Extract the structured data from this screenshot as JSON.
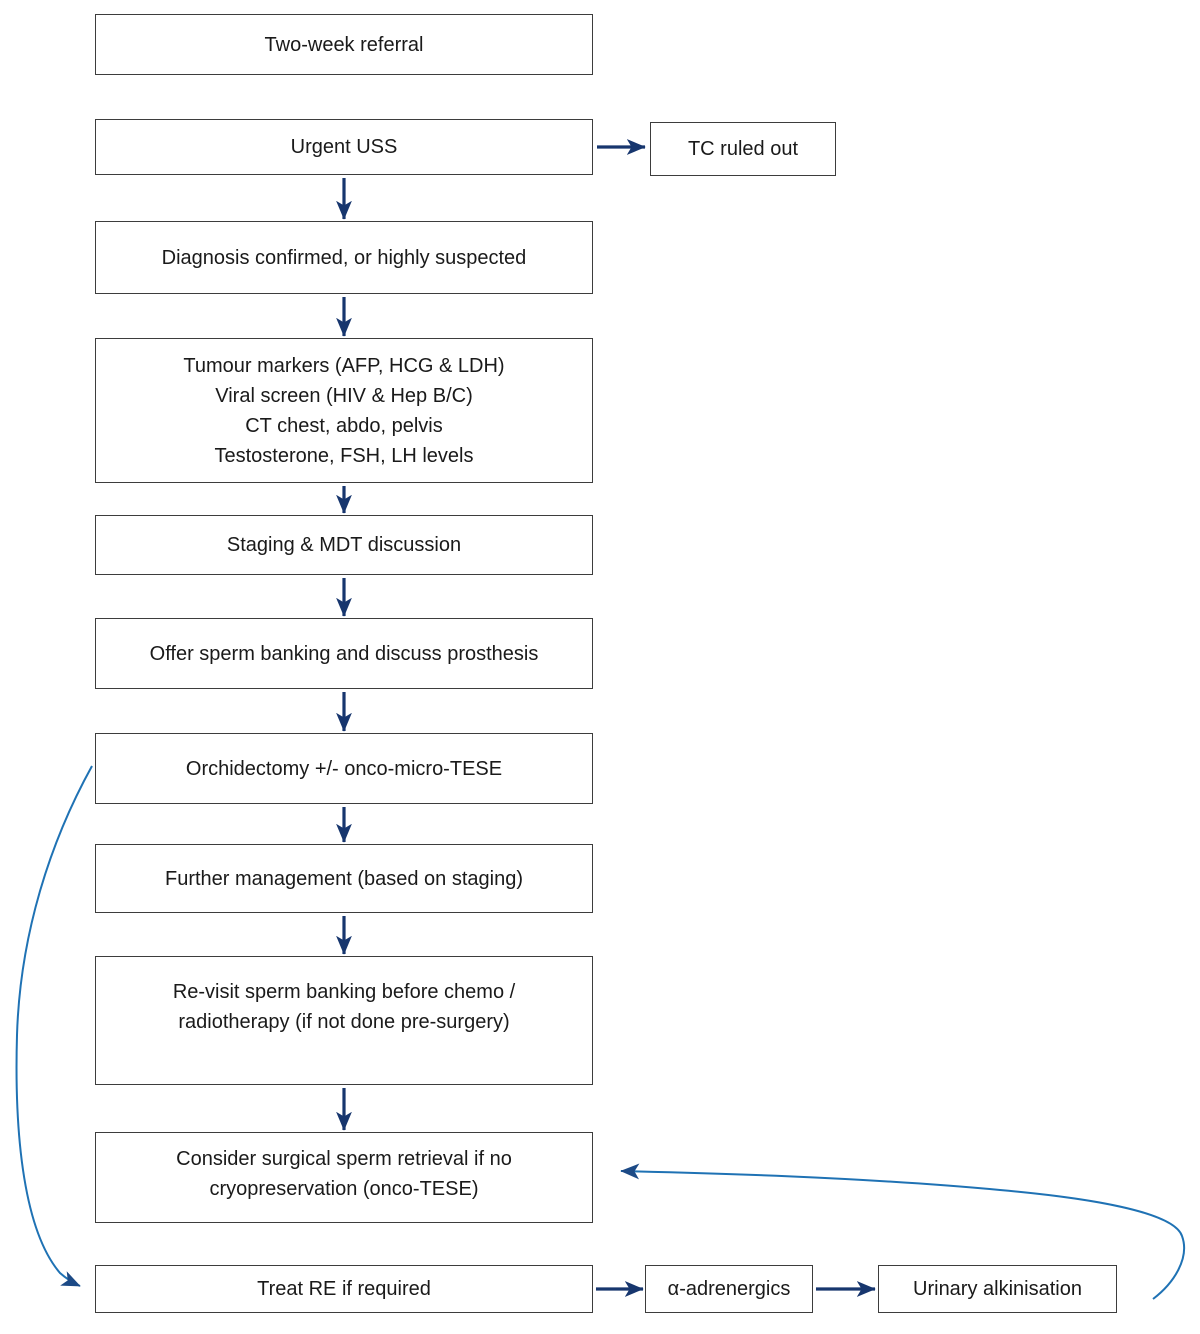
{
  "diagram": {
    "boxes": {
      "two_week_referral": {
        "label": "Two-week referral"
      },
      "urgent_uss": {
        "label": "Urgent USS"
      },
      "tc_ruled_out": {
        "label": "TC ruled out"
      },
      "diagnosis": {
        "label": "Diagnosis confirmed, or highly suspected"
      },
      "workup": {
        "lines": [
          "Tumour markers (AFP, HCG & LDH)",
          "Viral screen (HIV & Hep B/C)",
          "CT chest, abdo, pelvis",
          "Testosterone, FSH, LH levels"
        ]
      },
      "staging": {
        "label": "Staging & MDT discussion"
      },
      "sperm_banking": {
        "label": "Offer sperm banking and discuss prosthesis"
      },
      "orchidectomy": {
        "label": "Orchidectomy +/- onco-micro-TESE"
      },
      "further_management": {
        "label": "Further management (based on staging)"
      },
      "revisit_banking": {
        "lines": [
          "Re-visit sperm banking before chemo /",
          "radiotherapy (if not done pre-surgery)"
        ]
      },
      "surgical_retrieval": {
        "lines": [
          "Consider surgical sperm retrieval if no",
          "cryopreservation (onco-TESE)"
        ]
      },
      "treat_re": {
        "label": "Treat RE if required"
      },
      "alpha_adrenergics": {
        "label": "α-adrenergics"
      },
      "urinary_alkinisation": {
        "label": "Urinary alkinisation"
      }
    },
    "colors": {
      "arrow_navy": "#17366e",
      "curve_blue": "#1f72b4",
      "curve_arrowhead": "#1c4a86",
      "box_border": "#3d3d3d",
      "text": "#1a1a1a",
      "background": "#ffffff"
    }
  }
}
